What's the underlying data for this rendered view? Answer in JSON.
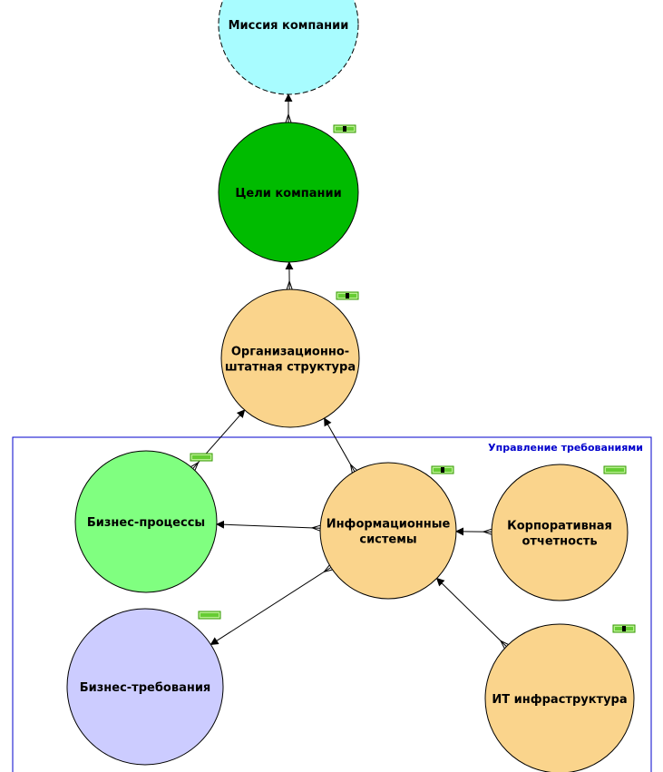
{
  "group": {
    "label": "Управление требованиями",
    "border_color": "#0000cc"
  },
  "nodes": [
    {
      "id": "mission",
      "lines": [
        "Миссия компании"
      ],
      "fill": "#a8fcff",
      "dashed": true
    },
    {
      "id": "goals",
      "lines": [
        "Цели компании"
      ],
      "fill": "#00bb00",
      "indicator": "dot"
    },
    {
      "id": "org",
      "lines": [
        "Организационно-",
        "штатная структура"
      ],
      "fill": "#fad48c",
      "indicator": "dot"
    },
    {
      "id": "bp",
      "lines": [
        "Бизнес-процессы"
      ],
      "fill": "#80ff80",
      "indicator": "bar"
    },
    {
      "id": "is",
      "lines": [
        "Информационные",
        "системы"
      ],
      "fill": "#fad48c",
      "indicator": "dot"
    },
    {
      "id": "report",
      "lines": [
        "Корпоративная",
        "отчетность"
      ],
      "fill": "#fad48c",
      "indicator": "bar"
    },
    {
      "id": "req",
      "lines": [
        "Бизнес-требования"
      ],
      "fill": "#ccccff",
      "indicator": "bar"
    },
    {
      "id": "it",
      "lines": [
        "ИТ инфраструктура"
      ],
      "fill": "#fad48c",
      "indicator": "dot"
    }
  ],
  "edges": [
    {
      "from": "goals",
      "to": "mission"
    },
    {
      "from": "org",
      "to": "goals"
    },
    {
      "from": "bp",
      "to": "org"
    },
    {
      "from": "is",
      "to": "org"
    },
    {
      "from": "is",
      "to": "bp"
    },
    {
      "from": "report",
      "to": "is"
    },
    {
      "from": "is",
      "to": "req"
    },
    {
      "from": "it",
      "to": "is"
    }
  ],
  "colors": {
    "indicator_fill": "#66cc33",
    "indicator_light": "#b8f090",
    "indicator_border": "#339900"
  }
}
